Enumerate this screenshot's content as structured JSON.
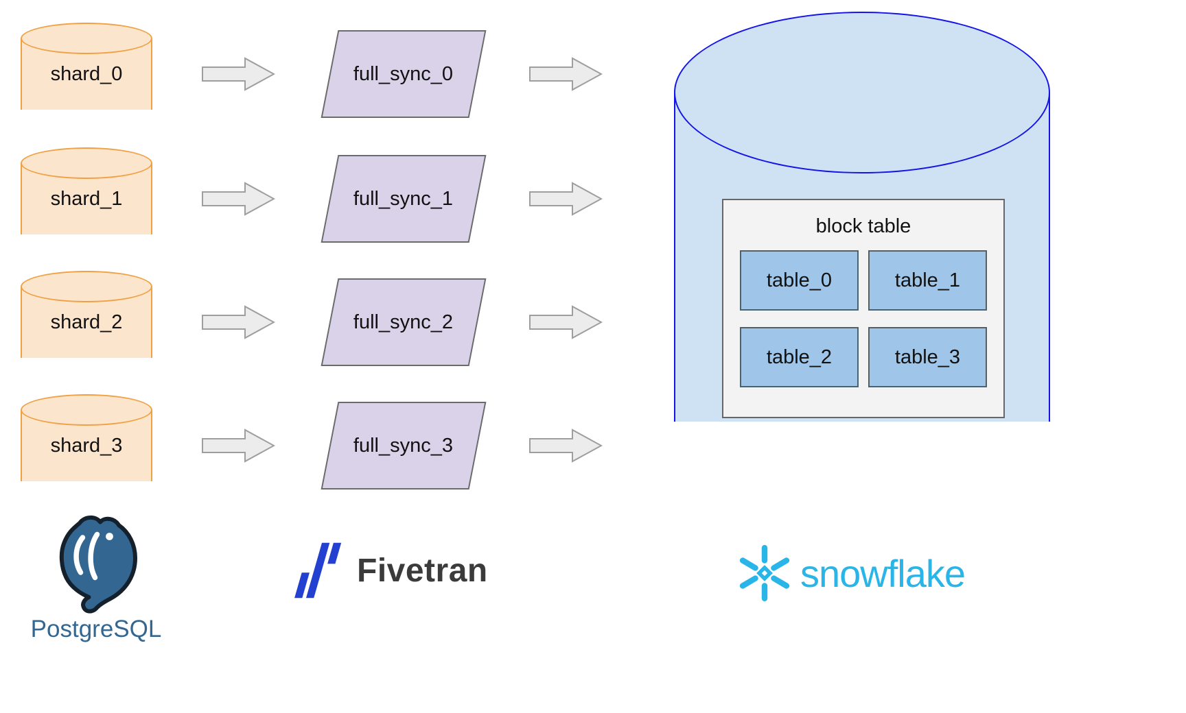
{
  "shards": [
    "shard_0",
    "shard_1",
    "shard_2",
    "shard_3"
  ],
  "syncs": [
    "full_sync_0",
    "full_sync_1",
    "full_sync_2",
    "full_sync_3"
  ],
  "warehouse": {
    "title": "block table",
    "tables": [
      "table_0",
      "table_1",
      "table_2",
      "table_3"
    ]
  },
  "logos": {
    "postgresql": "PostgreSQL",
    "fivetran": "Fivetran",
    "snowflake": "snowflake"
  },
  "icons": {
    "flow_arrow": "arrow-right-icon",
    "postgresql": "postgresql-elephant-icon",
    "fivetran": "fivetran-mark-icon",
    "snowflake": "snowflake-mark-icon"
  },
  "colors": {
    "text": "#111111",
    "shard_fill": "#fce5cd",
    "shard_stroke": "#efa143",
    "sync_fill": "#d9d2e9",
    "sync_stroke": "#6b6b6b",
    "arrow_fill": "#ececec",
    "arrow_stroke": "#9e9e9e",
    "warehouse_fill": "#cfe2f3",
    "warehouse_stroke": "#1414e8",
    "panel_fill": "#f3f3f3",
    "panel_stroke": "#666666",
    "table_fill": "#9fc5e8",
    "table_stroke": "#50606b",
    "postgres_blue": "#336791",
    "fivetran_blue": "#2440d0",
    "fivetran_text": "#3b3b3b",
    "snowflake_blue": "#29b5e8"
  }
}
